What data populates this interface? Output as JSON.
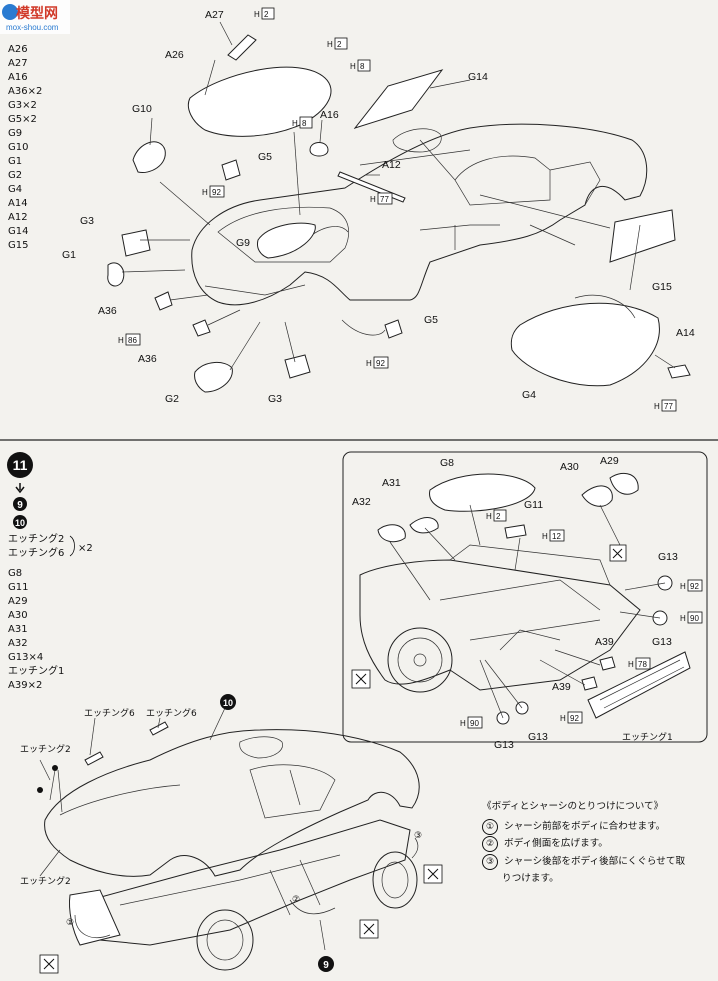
{
  "header": {
    "logo_text": "模型网",
    "url": "mox-shou.com"
  },
  "step10": {
    "parts_list": [
      "A26",
      "A27",
      "A16",
      "A36×2",
      "G3×2",
      "G5×2",
      "G9",
      "G10",
      "G1",
      "G2",
      "G4",
      "A14",
      "A12",
      "G14",
      "G15"
    ],
    "callouts": {
      "A27": "A27",
      "H2a": "2",
      "A26": "A26",
      "H2b": "2",
      "H8a": "8",
      "G14": "G14",
      "G10": "G10",
      "H8b": "8",
      "A16": "A16",
      "A12": "A12",
      "H77a": "77",
      "G5a": "G5",
      "H92a": "92",
      "G3a": "G3",
      "G9": "G9",
      "G1": "G1",
      "A36a": "A36",
      "H86": "86",
      "A36b": "A36",
      "G2": "G2",
      "G3b": "G3",
      "G5b": "G5",
      "H92b": "92",
      "G15": "G15",
      "A14": "A14",
      "G4": "G4",
      "H77b": "77"
    }
  },
  "step11": {
    "number": "11",
    "prev_steps": [
      "9",
      "10"
    ],
    "etching_pair": [
      "エッチング2",
      "エッチング6"
    ],
    "etching_multiplier": "×2",
    "parts_list": [
      "G8",
      "G11",
      "A29",
      "A30",
      "A31",
      "A32",
      "G13×4",
      "エッチング1",
      "A39×2"
    ],
    "callouts": {
      "G8": "G8",
      "A30": "A30",
      "A29": "A29",
      "A31": "A31",
      "A32": "A32",
      "G11": "G11",
      "H2": "2",
      "H12": "12",
      "G13a": "G13",
      "H92a": "92",
      "H90a": "90",
      "G13b": "G13",
      "A39a": "A39",
      "H78": "78",
      "A39b": "A39",
      "H92b": "92",
      "H90b": "90",
      "G13c": "G13",
      "G13d": "G13",
      "etching1": "エッチング1",
      "etching6a": "エッチング6",
      "etching6b": "エッチング6",
      "etching2a": "エッチング2",
      "etching2b": "エッチング2",
      "step10_marker": "10",
      "step9_marker": "9",
      "c1": "①",
      "c2": "②",
      "c3": "③"
    },
    "notes": {
      "title": "《ボディとシャーシのとりつけについて》",
      "items": [
        {
          "num": "①",
          "text": "シャーシ前部をボディに合わせます。"
        },
        {
          "num": "②",
          "text": "ボディ側面を広げます。"
        },
        {
          "num": "③",
          "text": "シャーシ後部をボディ後部にくぐらせて取"
        }
      ],
      "continuation": "りつけます。"
    }
  }
}
